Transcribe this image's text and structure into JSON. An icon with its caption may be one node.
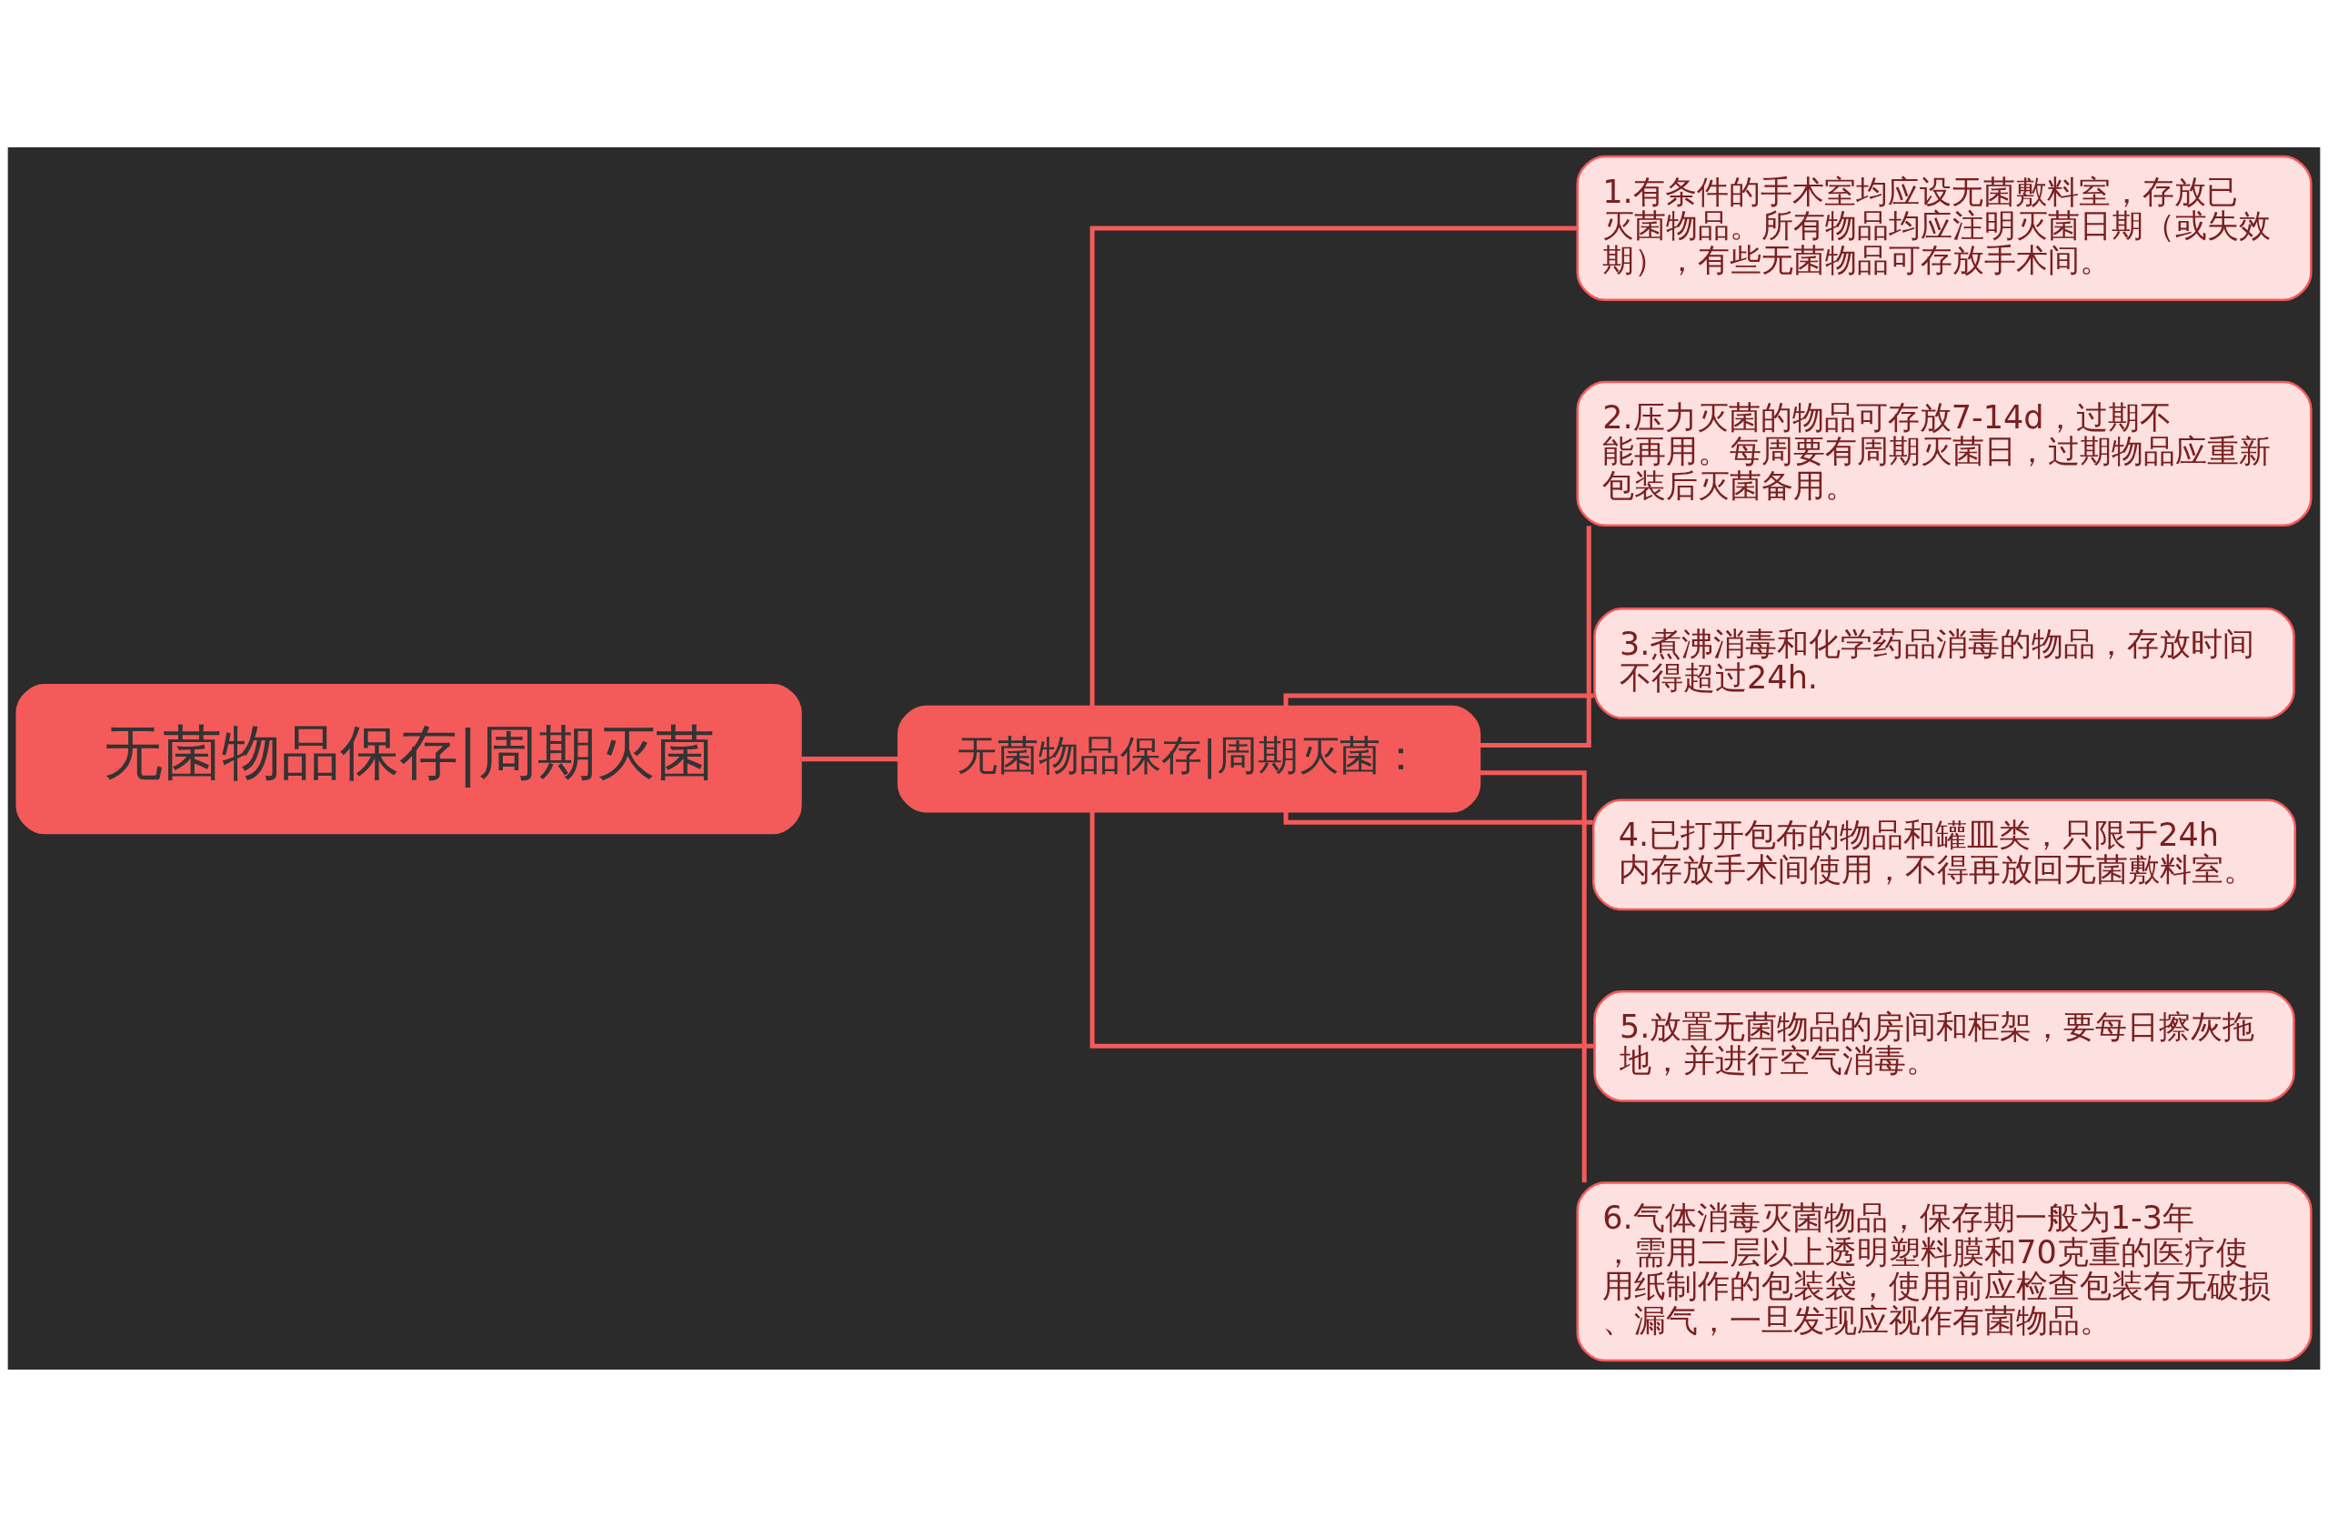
{
  "diagram": {
    "nodes": [
      {
        "text": [
          "无菌物品保存|周期灭菌"
        ]
      },
      {
        "text": [
          "无菌物品保存|周期灭菌："
        ]
      },
      {
        "text": [
          "1.有条件的手术室均应设无菌敷料室，存放已灭菌物品。所有物品均应注明灭菌日期（或失效期），有些无菌物品可存放手术间。"
        ]
      },
      {
        "text": [
          "2.压力灭菌的物品可存放7-14d，过期不能再用。每周要有周期灭菌日，过期物品应重新包装后灭菌备用。"
        ]
      },
      {
        "text": [
          "3.煮沸消毒和化学药品消毒的物品，存放时间不得超过24h."
        ]
      },
      {
        "text": [
          "4.已打开包布的物品和罐皿类，只限于24h内存放手术间使用，不得再放回无菌敷料室。"
        ]
      },
      {
        "text": [
          "5.放置无菌物品的房间和柜架，要每日擦灰拖地，并进行空气消毒。"
        ]
      },
      {
        "text": [
          "6.气体消毒灭菌物品，保存期一般为1-3年，需用二层以上透明塑料膜和70克重的医疗使用纸制作的包装袋，使用前应检查包装有无破损、漏气，一旦发现应视作有菌物品。"
        ]
      }
    ],
    "edges": [
      {
        "from": 0,
        "to": 1,
        "arrow": "none"
      },
      {
        "from": 1,
        "to": 2,
        "arrow": "none"
      },
      {
        "from": 1,
        "to": 3,
        "arrow": "none"
      },
      {
        "from": 1,
        "to": 4,
        "arrow": "none"
      },
      {
        "from": 1,
        "to": 5,
        "arrow": "none"
      },
      {
        "from": 1,
        "to": 6,
        "arrow": "none"
      },
      {
        "from": 1,
        "to": 7,
        "arrow": "none"
      }
    ]
  }
}
